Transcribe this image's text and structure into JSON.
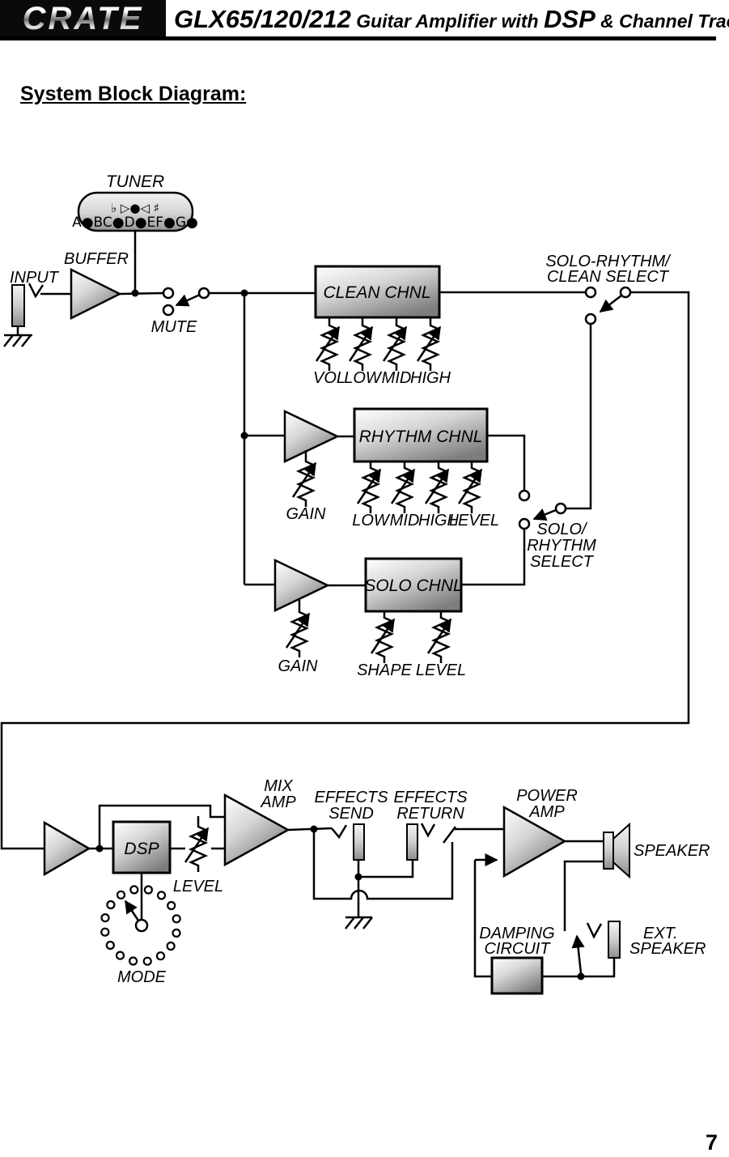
{
  "colors": {
    "ink": "#000000",
    "paper": "#ffffff"
  },
  "header": {
    "logo": "CRATE",
    "model": "GLX65/120/212",
    "mid1": " Guitar Amplifier with ",
    "dsp": "DSP",
    "mid2": " & ",
    "tail": "Channel Tracking"
  },
  "page": {
    "heading": "System Block Diagram:",
    "number": "7"
  },
  "diagram": {
    "tuner": {
      "label": "TUNER",
      "symbols": "♭ ▷●◁ ♯",
      "notes": "A●BC●D●EF●G●"
    },
    "input": {
      "label": "INPUT"
    },
    "buffer": {
      "label": "BUFFER"
    },
    "mute": {
      "label": "MUTE"
    },
    "clean": {
      "label": "CLEAN CHNL",
      "pots": [
        "VOL",
        "LOW",
        "MID",
        "HIGH"
      ]
    },
    "rhythm": {
      "label": "RHYTHM CHNL",
      "gain": "GAIN",
      "pots": [
        "LOW",
        "MID",
        "HIGH",
        "LEVEL"
      ]
    },
    "solo": {
      "label": "SOLO CHNL",
      "gain": "GAIN",
      "pots": [
        "SHAPE",
        "LEVEL"
      ]
    },
    "select_top": {
      "line1": "SOLO-RHYTHM/",
      "line2": "CLEAN SELECT"
    },
    "select_mid": {
      "line1": "SOLO/",
      "line2": "RHYTHM",
      "line3": "SELECT"
    },
    "dsp": {
      "label": "DSP",
      "level": "LEVEL",
      "mode": "MODE"
    },
    "mix_amp": {
      "line1": "MIX",
      "line2": "AMP"
    },
    "effects_send": {
      "line1": "EFFECTS",
      "line2": "SEND"
    },
    "effects_return": {
      "line1": "EFFECTS",
      "line2": "RETURN"
    },
    "power_amp": {
      "line1": "POWER",
      "line2": "AMP"
    },
    "speaker": {
      "label": "SPEAKER"
    },
    "ext_speaker": {
      "line1": "EXT.",
      "line2": "SPEAKER"
    },
    "damping": {
      "line1": "DAMPING",
      "line2": "CIRCUIT"
    }
  }
}
